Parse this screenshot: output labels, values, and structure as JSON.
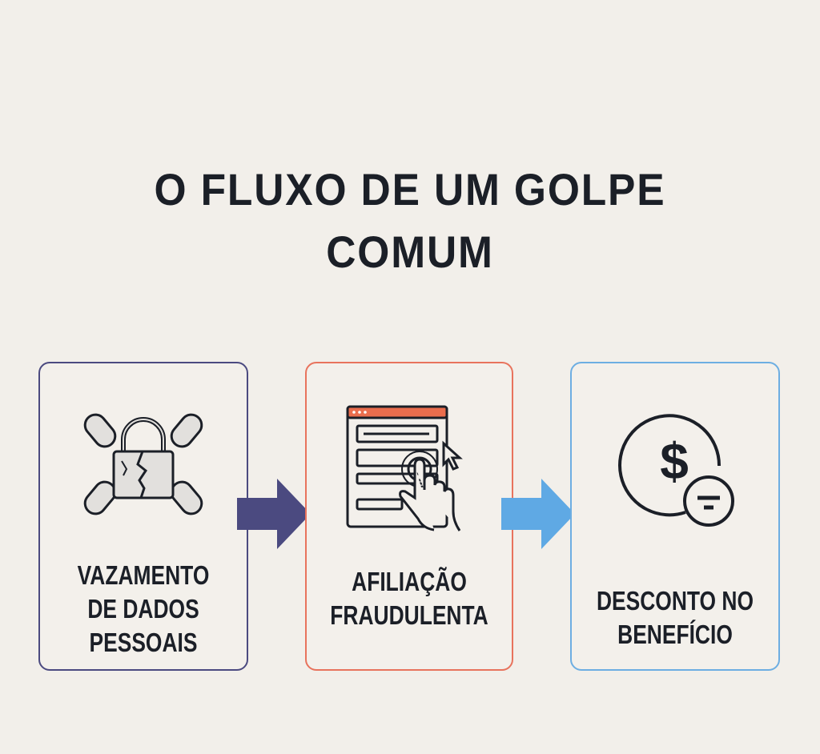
{
  "title": {
    "line1": "O FLUXO DE UM GOLPE",
    "line2": "COMUM"
  },
  "steps": [
    {
      "lines": [
        "VAZAMENTO",
        "DE DADOS",
        "PESSOAIS"
      ],
      "icon": "broken-padlock-chains-icon",
      "color": "#4b4a80"
    },
    {
      "lines": [
        "AFILIAÇÃO",
        "FRAUDULENTA"
      ],
      "icon": "browser-form-click-icon",
      "color": "#e8735d"
    },
    {
      "lines": [
        "DESCONTO NO",
        "BENEFÍCIO"
      ],
      "icon": "coin-minus-icon",
      "color": "#6daee2"
    }
  ],
  "arrows": [
    {
      "color": "#4b4a80"
    },
    {
      "color": "#5fa9e4"
    }
  ]
}
